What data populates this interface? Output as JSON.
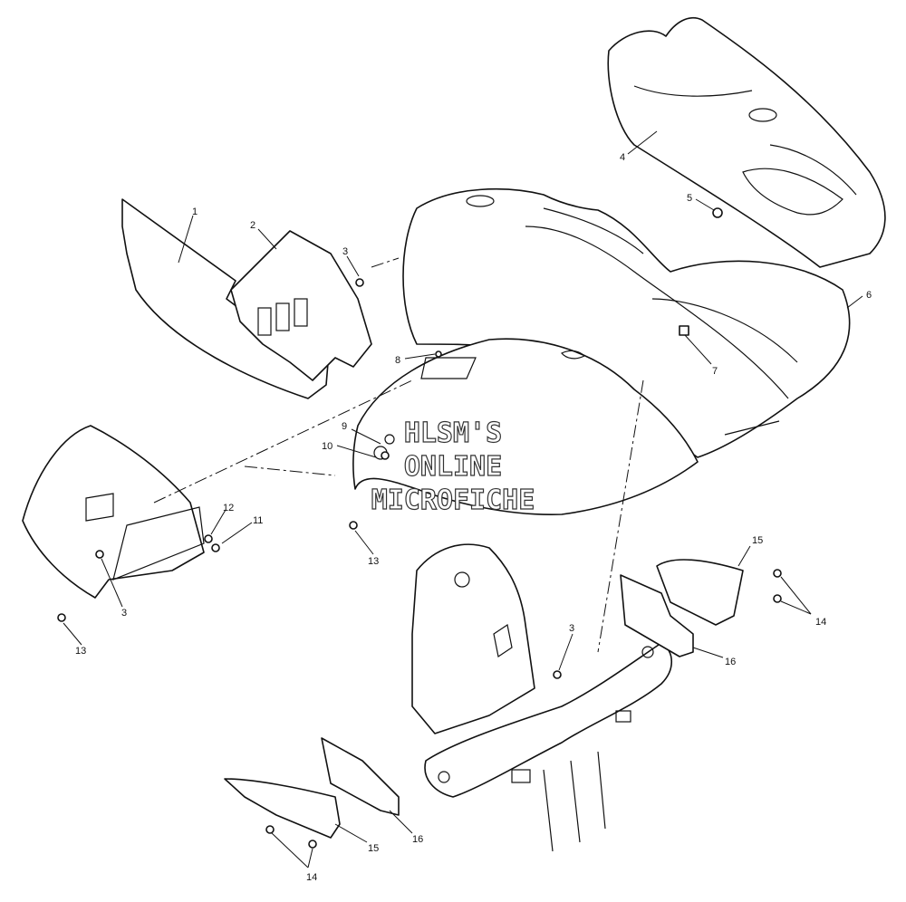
{
  "diagram": {
    "watermark": [
      "HLSM'S",
      "ONLINE",
      "MICROFICHE"
    ],
    "callouts": [
      {
        "id": "c1",
        "text": "1"
      },
      {
        "id": "c2",
        "text": "2"
      },
      {
        "id": "c3a",
        "text": "3"
      },
      {
        "id": "c3b",
        "text": "3"
      },
      {
        "id": "c3c",
        "text": "3"
      },
      {
        "id": "c4",
        "text": "4"
      },
      {
        "id": "c5",
        "text": "5"
      },
      {
        "id": "c6",
        "text": "6"
      },
      {
        "id": "c7",
        "text": "7"
      },
      {
        "id": "c8",
        "text": "8"
      },
      {
        "id": "c9",
        "text": "9"
      },
      {
        "id": "c10",
        "text": "10"
      },
      {
        "id": "c11",
        "text": "11"
      },
      {
        "id": "c12",
        "text": "12"
      },
      {
        "id": "c13a",
        "text": "13"
      },
      {
        "id": "c13b",
        "text": "13"
      },
      {
        "id": "c14a",
        "text": "14"
      },
      {
        "id": "c14b",
        "text": "14"
      },
      {
        "id": "c15a",
        "text": "15"
      },
      {
        "id": "c15b",
        "text": "15"
      },
      {
        "id": "c16a",
        "text": "16"
      },
      {
        "id": "c16b",
        "text": "16"
      }
    ]
  }
}
